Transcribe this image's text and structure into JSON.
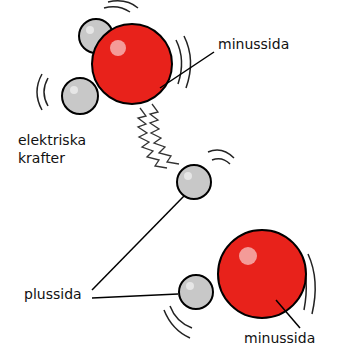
{
  "diagram": {
    "labels": [
      "minussida",
      "elektriska krafter",
      "plussida",
      "minussida"
    ]
  }
}
